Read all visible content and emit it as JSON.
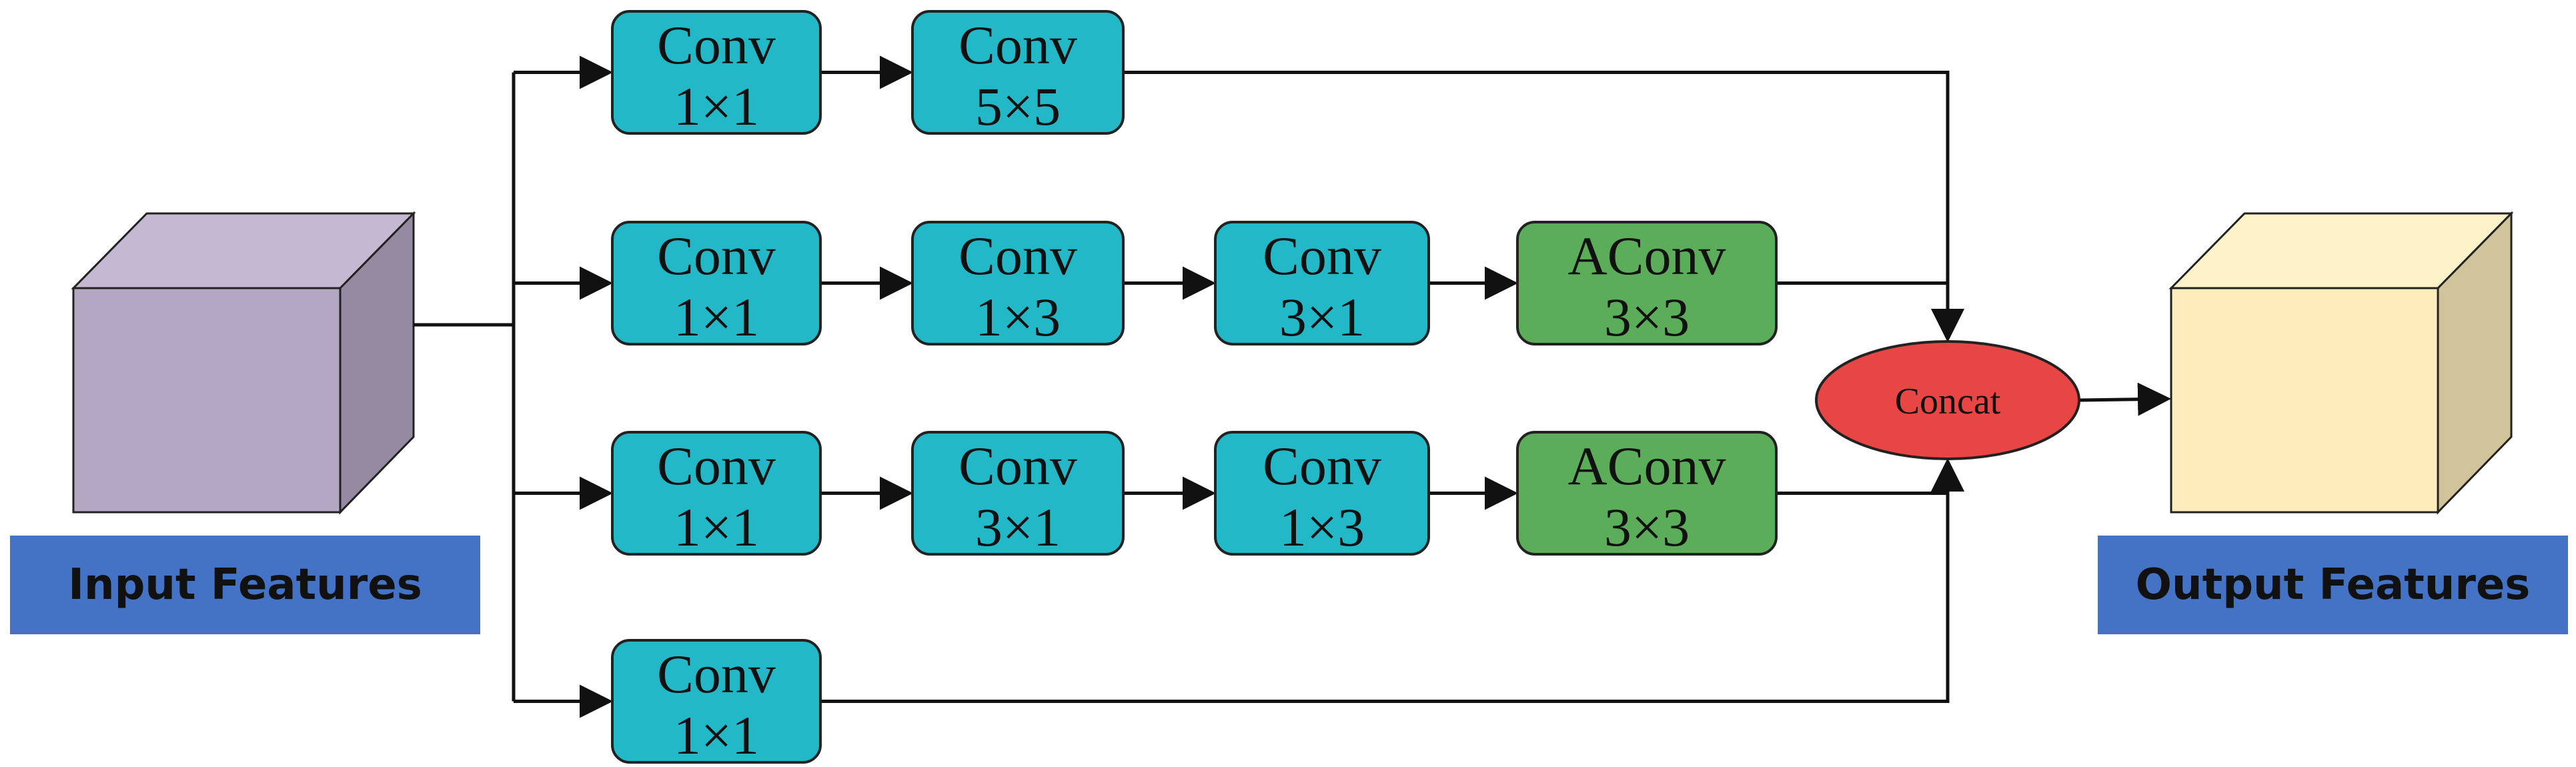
{
  "input": {
    "caption": "Input Features",
    "face_color": "#b4a7c4",
    "top_color": "#c5b8d3",
    "side_color": "#958aa1"
  },
  "output": {
    "caption": "Output Features",
    "face_color": "#fdedbc",
    "top_color": "#fef2c9",
    "side_color": "#d1c49b"
  },
  "colors": {
    "conv": "#23b8c8",
    "aconv": "#5cad5a",
    "concat": "#e84545",
    "caption_bg": "#4472c4"
  },
  "branches": [
    {
      "nodes": [
        {
          "type": "conv",
          "line1": "Conv",
          "line2": "1×1"
        },
        {
          "type": "conv",
          "line1": "Conv",
          "line2": "5×5"
        }
      ]
    },
    {
      "nodes": [
        {
          "type": "conv",
          "line1": "Conv",
          "line2": "1×1"
        },
        {
          "type": "conv",
          "line1": "Conv",
          "line2": "1×3"
        },
        {
          "type": "conv",
          "line1": "Conv",
          "line2": "3×1"
        },
        {
          "type": "aconv",
          "line1": "AConv",
          "line2": "3×3"
        }
      ]
    },
    {
      "nodes": [
        {
          "type": "conv",
          "line1": "Conv",
          "line2": "1×1"
        },
        {
          "type": "conv",
          "line1": "Conv",
          "line2": "3×1"
        },
        {
          "type": "conv",
          "line1": "Conv",
          "line2": "1×3"
        },
        {
          "type": "aconv",
          "line1": "AConv",
          "line2": "3×3"
        }
      ]
    },
    {
      "nodes": [
        {
          "type": "conv",
          "line1": "Conv",
          "line2": "1×1"
        }
      ]
    }
  ],
  "concat": {
    "label": "Concat"
  }
}
